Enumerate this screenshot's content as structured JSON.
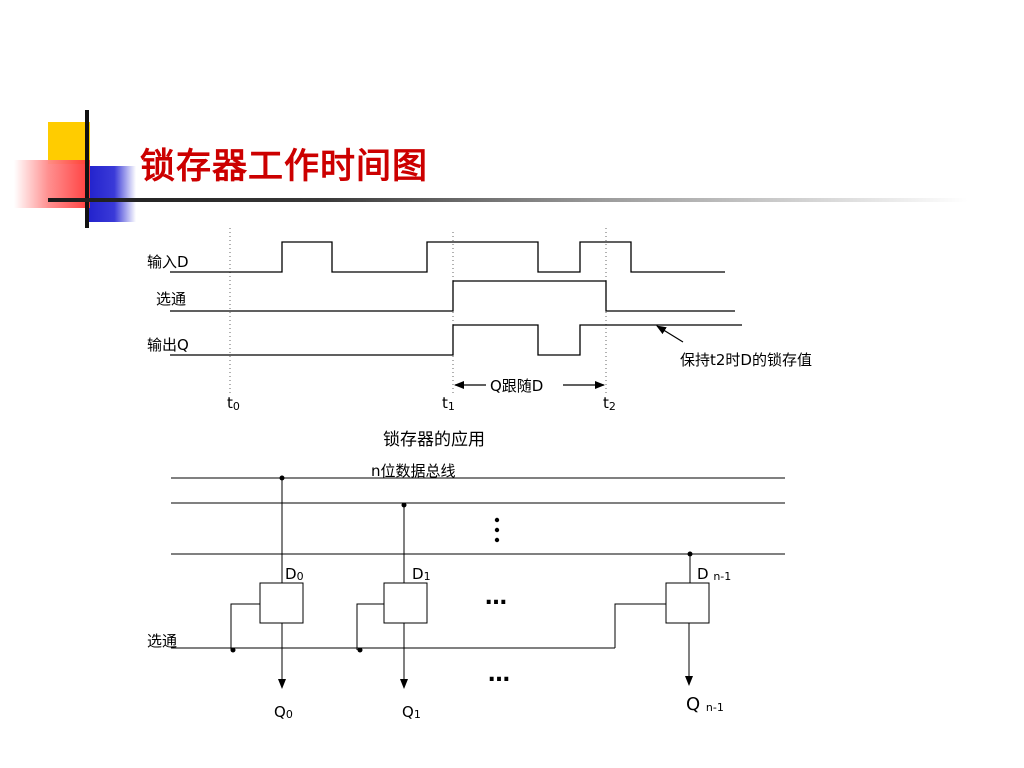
{
  "slide": {
    "title": "锁存器工作时间图"
  },
  "timing": {
    "signals": {
      "input_d": "输入D",
      "strobe": "选通",
      "output_q": "输出Q"
    },
    "annotation": "保持t2时D的锁存值",
    "follow_label": "Q跟随D",
    "times": [
      {
        "name": "t",
        "sub": "0"
      },
      {
        "name": "t",
        "sub": "1"
      },
      {
        "name": "t",
        "sub": "2"
      }
    ]
  },
  "application": {
    "title": "锁存器的应用",
    "bus_label": "n位数据总线",
    "strobe": "选通",
    "ellipsis": "…",
    "inputs": [
      {
        "name": "D",
        "sub": "0"
      },
      {
        "name": "D",
        "sub": "1"
      },
      {
        "name": "D ",
        "sub": "n-1"
      }
    ],
    "outputs": [
      {
        "name": "Q",
        "sub": "0"
      },
      {
        "name": "Q",
        "sub": "1"
      },
      {
        "name": "Q ",
        "sub": "n-1"
      }
    ]
  },
  "colors": {
    "title": "#cc0000",
    "deco_yellow": "#ffcc00",
    "deco_blue": "#2222cc",
    "deco_red": "#ff3333"
  }
}
